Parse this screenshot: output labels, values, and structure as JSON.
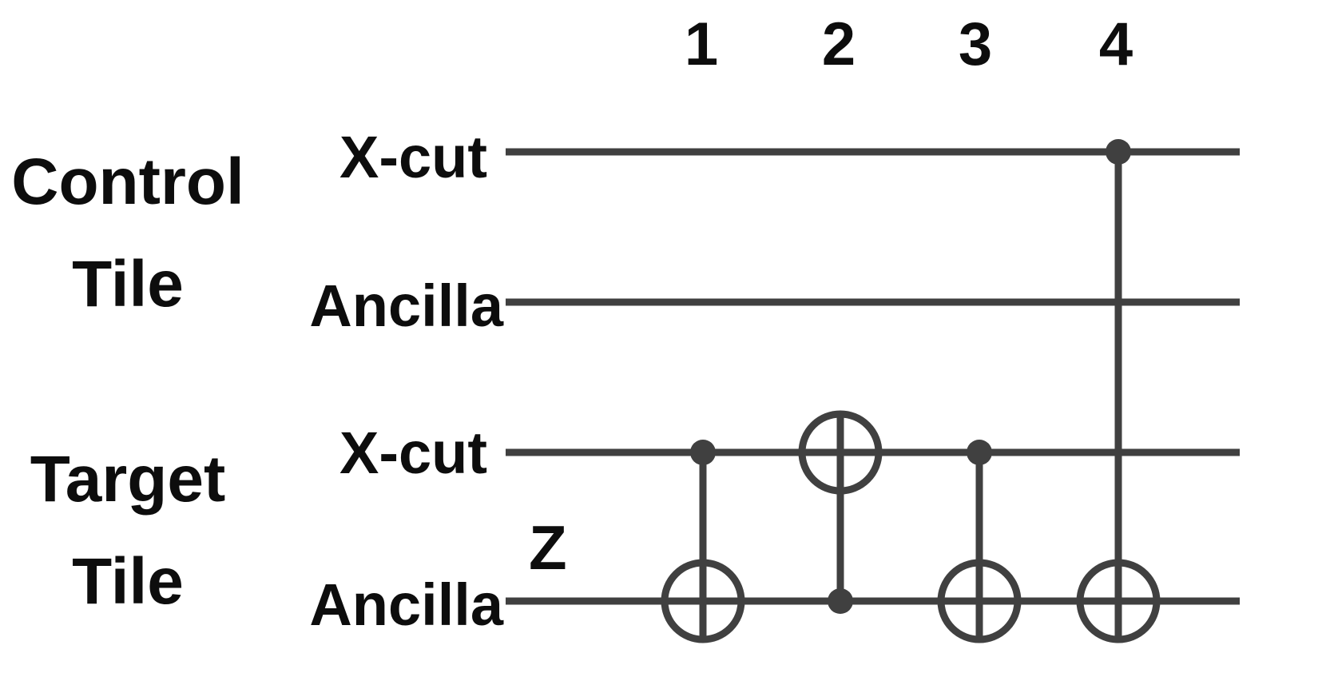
{
  "groups": [
    {
      "line1": "Control",
      "line2": "Tile"
    },
    {
      "line1": "Target",
      "line2": "Tile"
    }
  ],
  "qubits": [
    "X-cut",
    "Ancilla",
    "X-cut",
    "Ancilla"
  ],
  "initial_state": "Z",
  "steps": [
    "1",
    "2",
    "3",
    "4"
  ],
  "gates": [
    {
      "step": "1",
      "control": 2,
      "target": 3
    },
    {
      "step": "2",
      "control": 3,
      "target": 2
    },
    {
      "step": "3",
      "control": 2,
      "target": 3
    },
    {
      "step": "4",
      "control": 0,
      "target": 3
    }
  ],
  "colors": {
    "wire": "#404040",
    "text": "#0d0d0d"
  }
}
